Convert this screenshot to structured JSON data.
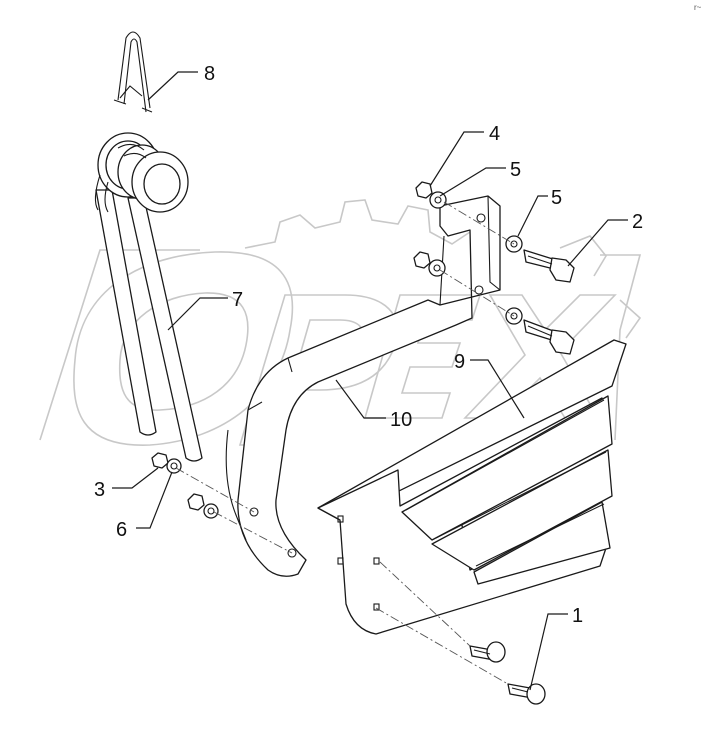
{
  "diagram": {
    "callouts": [
      "8",
      "4",
      "5",
      "5",
      "2",
      "7",
      "9",
      "10",
      "3",
      "6",
      "1"
    ],
    "corner_mark": "r~"
  },
  "watermark": {
    "text": "OPEX"
  },
  "colors": {
    "line": "#1a1a1a",
    "watermark": "#c8c8c8",
    "background": "#ffffff"
  }
}
